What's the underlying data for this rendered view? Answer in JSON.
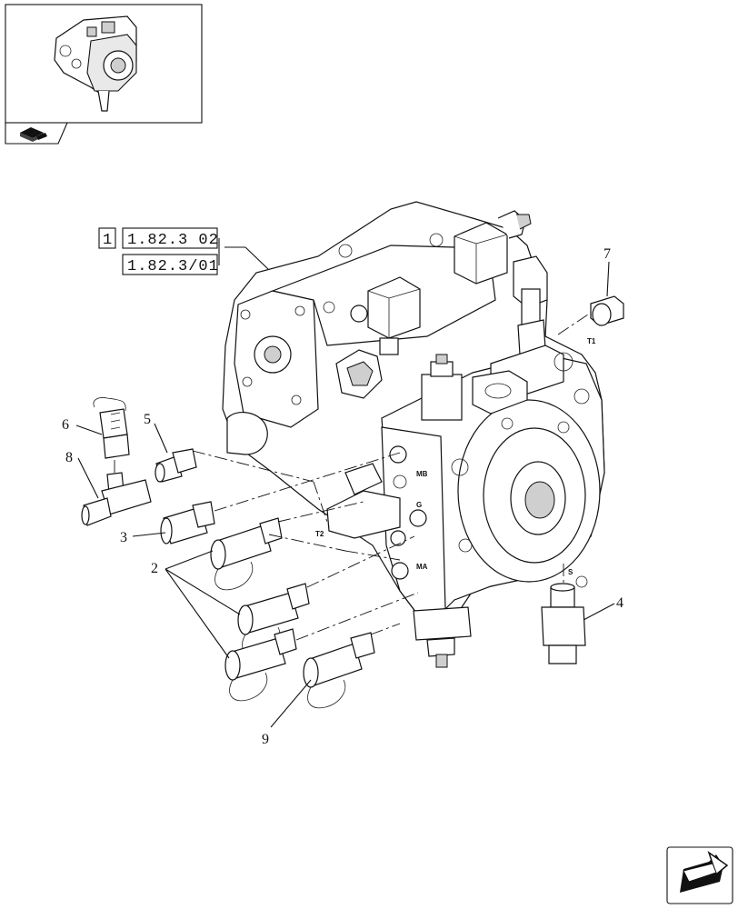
{
  "thumbnail": {
    "label": "assembly-thumbnail"
  },
  "references": {
    "box_number": "1",
    "ref_1": "1.82.3 02",
    "ref_2": "1.82.3/01"
  },
  "ports": {
    "t1": "T1",
    "t2": "T2",
    "mb": "MB",
    "g": "G",
    "ma": "MA",
    "s": "S"
  },
  "callouts": {
    "c2": "2",
    "c3": "3",
    "c4": "4",
    "c5": "5",
    "c6": "6",
    "c7": "7",
    "c8": "8",
    "c9": "9"
  },
  "icons": {
    "book": "book-icon",
    "next": "next-page-arrow-icon"
  }
}
